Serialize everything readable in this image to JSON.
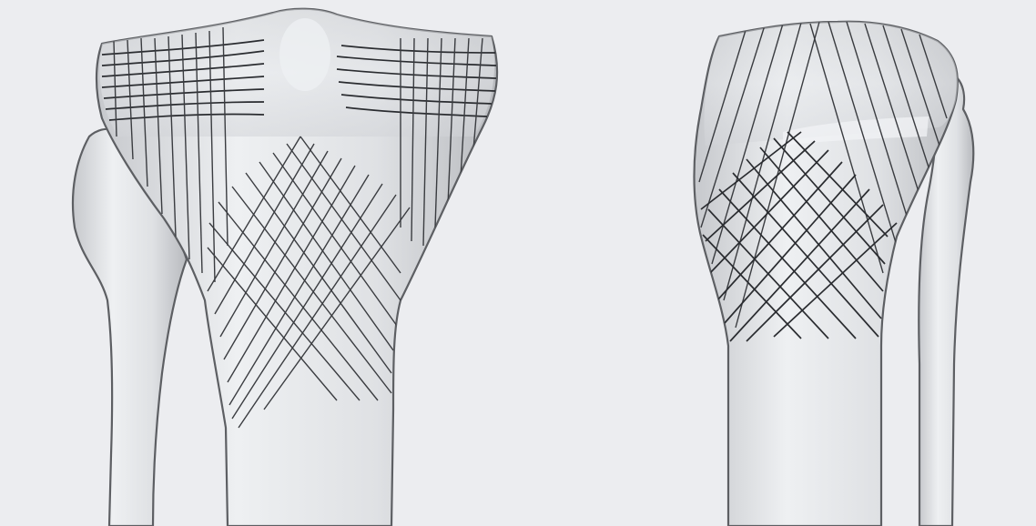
{
  "figure": {
    "panels": [
      {
        "view": "anterior",
        "bones": [
          "tibia",
          "fibula"
        ]
      },
      {
        "view": "lateral",
        "bones": [
          "tibia",
          "fibula"
        ]
      }
    ],
    "colors": {
      "background": "#ecedf0",
      "bone_fill": "#dcdde0",
      "outline": "#5d5f63",
      "hatch": "#3a3c40"
    }
  }
}
